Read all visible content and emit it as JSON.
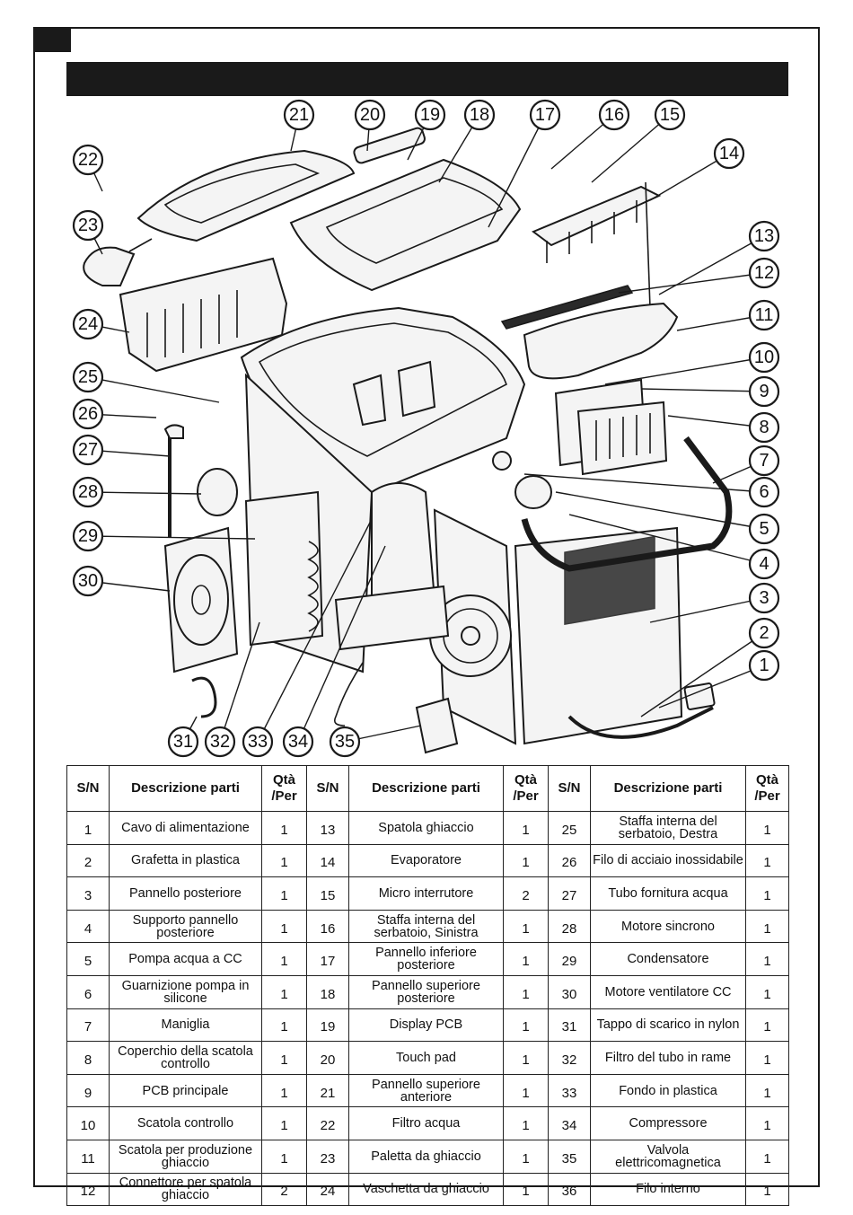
{
  "table": {
    "headers": {
      "sn": "S/N",
      "desc": "Descrizione parti",
      "qty_line1": "Qtà",
      "qty_line2": "/Per"
    },
    "rows": [
      [
        {
          "sn": "1",
          "desc": "Cavo di alimentazione",
          "qty": "1"
        },
        {
          "sn": "13",
          "desc": "Spatola ghiaccio",
          "qty": "1"
        },
        {
          "sn": "25",
          "desc": "Staffa interna del serbatoio, Destra",
          "qty": "1"
        }
      ],
      [
        {
          "sn": "2",
          "desc": "Grafetta in plastica",
          "qty": "1"
        },
        {
          "sn": "14",
          "desc": "Evaporatore",
          "qty": "1"
        },
        {
          "sn": "26",
          "desc": "Filo di acciaio inossidabile",
          "qty": "1"
        }
      ],
      [
        {
          "sn": "3",
          "desc": "Pannello posteriore",
          "qty": "1"
        },
        {
          "sn": "15",
          "desc": "Micro interrutore",
          "qty": "2"
        },
        {
          "sn": "27",
          "desc": "Tubo fornitura acqua",
          "qty": "1"
        }
      ],
      [
        {
          "sn": "4",
          "desc": "Supporto pannello posteriore",
          "qty": "1"
        },
        {
          "sn": "16",
          "desc": "Staffa interna del serbatoio, Sinistra",
          "qty": "1"
        },
        {
          "sn": "28",
          "desc": "Motore sincrono",
          "qty": "1"
        }
      ],
      [
        {
          "sn": "5",
          "desc": "Pompa acqua a CC",
          "qty": "1"
        },
        {
          "sn": "17",
          "desc": "Pannello inferiore posteriore",
          "qty": "1"
        },
        {
          "sn": "29",
          "desc": "Condensatore",
          "qty": "1"
        }
      ],
      [
        {
          "sn": "6",
          "desc": "Guarnizione pompa in silicone",
          "qty": "1"
        },
        {
          "sn": "18",
          "desc": "Pannello superiore posteriore",
          "qty": "1"
        },
        {
          "sn": "30",
          "desc": "Motore ventilatore CC",
          "qty": "1"
        }
      ],
      [
        {
          "sn": "7",
          "desc": "Maniglia",
          "qty": "1"
        },
        {
          "sn": "19",
          "desc": "Display PCB",
          "qty": "1"
        },
        {
          "sn": "31",
          "desc": "Tappo di scarico in nylon",
          "qty": "1"
        }
      ],
      [
        {
          "sn": "8",
          "desc": "Coperchio della scatola controllo",
          "qty": "1"
        },
        {
          "sn": "20",
          "desc": "Touch pad",
          "qty": "1"
        },
        {
          "sn": "32",
          "desc": "Filtro del tubo in rame",
          "qty": "1"
        }
      ],
      [
        {
          "sn": "9",
          "desc": "PCB principale",
          "qty": "1"
        },
        {
          "sn": "21",
          "desc": "Pannello superiore anteriore",
          "qty": "1"
        },
        {
          "sn": "33",
          "desc": "Fondo in plastica",
          "qty": "1"
        }
      ],
      [
        {
          "sn": "10",
          "desc": "Scatola controllo",
          "qty": "1"
        },
        {
          "sn": "22",
          "desc": "Filtro acqua",
          "qty": "1"
        },
        {
          "sn": "34",
          "desc": "Compressore",
          "qty": "1"
        }
      ],
      [
        {
          "sn": "11",
          "desc": "Scatola per produzione ghiaccio",
          "qty": "1"
        },
        {
          "sn": "23",
          "desc": "Paletta da ghiaccio",
          "qty": "1"
        },
        {
          "sn": "35",
          "desc": "Valvola elettricomagnetica",
          "qty": "1"
        }
      ],
      [
        {
          "sn": "12",
          "desc": "Connettore per spatola ghiaccio",
          "qty": "2"
        },
        {
          "sn": "24",
          "desc": "Vaschetta da ghiaccio",
          "qty": "1"
        },
        {
          "sn": "36",
          "desc": "Filo interno",
          "qty": "1"
        }
      ]
    ]
  },
  "diagram": {
    "callouts": [
      "1",
      "2",
      "3",
      "4",
      "5",
      "6",
      "7",
      "8",
      "9",
      "10",
      "11",
      "12",
      "13",
      "14",
      "15",
      "16",
      "17",
      "18",
      "19",
      "20",
      "21",
      "22",
      "23",
      "24",
      "25",
      "26",
      "27",
      "28",
      "29",
      "30",
      "31",
      "32",
      "33",
      "34",
      "35"
    ]
  }
}
